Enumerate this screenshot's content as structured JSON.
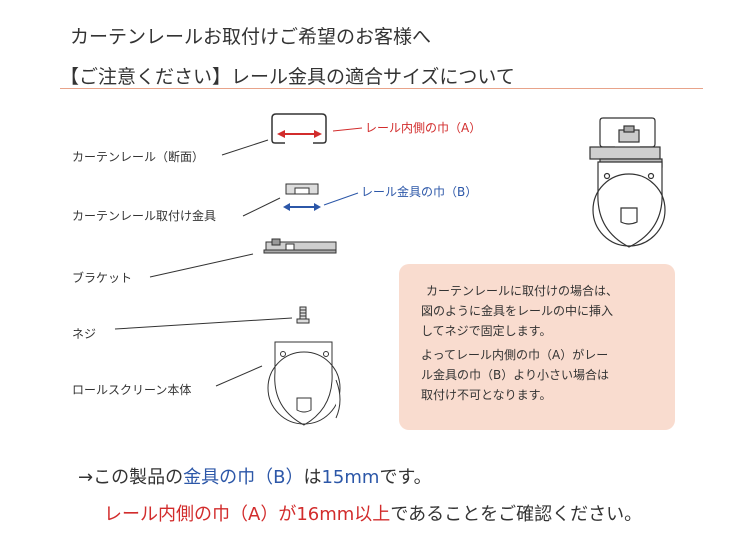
{
  "title": "カーテンレールお取付けご希望のお客様へ",
  "subtitle": "【ご注意ください】レール金具の適合サイズについて",
  "diagram": {
    "labels": {
      "rail": "カーテンレール（断面）",
      "bracket_fitting": "カーテンレール取付け金具",
      "bracket": "ブラケット",
      "screw": "ネジ",
      "roll_screen": "ロールスクリーン本体"
    },
    "callouts": {
      "rail_width": "レール内側の巾（A）",
      "fitting_width": "レール金具の巾（B）"
    },
    "colors": {
      "rail_width": "#d22c2c",
      "fitting_width": "#2c57a8"
    }
  },
  "note": {
    "lines": [
      "カーテンレールに取付けの場合は、",
      "図のように金具をレールの中に挿入",
      "してネジで固定します。",
      "よってレール内側の巾（A）がレー",
      "ル金具の巾（B）より小さい場合は",
      "取付け不可となります。"
    ]
  },
  "bottom": {
    "line1_prefix": "→この製品の",
    "line1_highlight": "金具の巾（B）",
    "line1_mid": "は",
    "line1_value": "15mm",
    "line1_suffix": "です。",
    "line2_highlight": "レール内側の巾（A）",
    "line2_mid": "が",
    "line2_value": "16mm以上",
    "line2_suffix": "であることをご確認ください。"
  }
}
